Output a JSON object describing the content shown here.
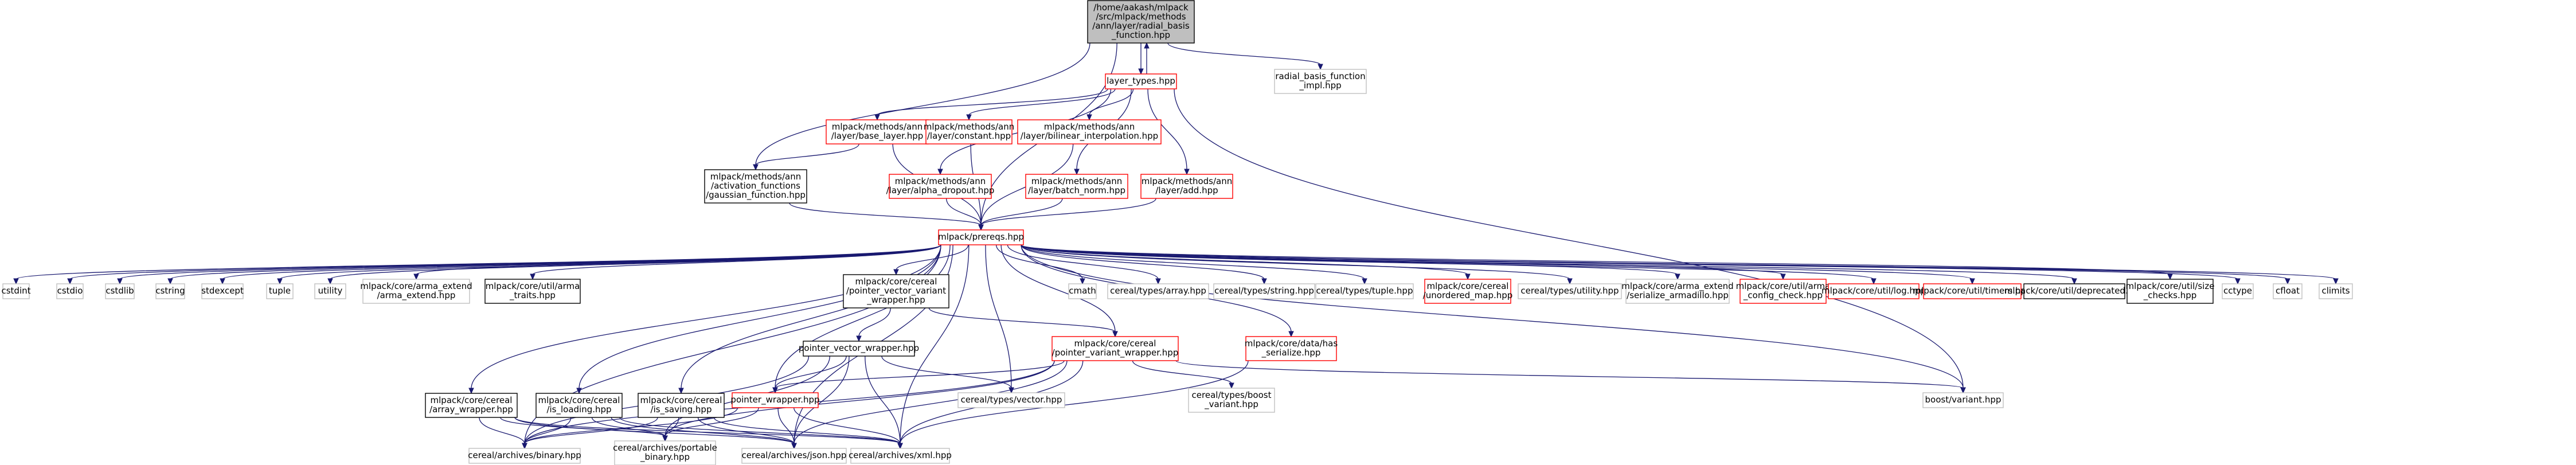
{
  "colors": {
    "edge": "#191970",
    "root_fill": "#bfbfbf",
    "red_border": "#ff0000",
    "black_border": "#000000",
    "gray_border": "#c0c0c0"
  },
  "nodes": [
    {
      "id": "root",
      "style": "root",
      "lines": [
        "/home/aakash/mlpack",
        "/src/mlpack/methods",
        "/ann/layer/radial_basis",
        "_function.hpp"
      ]
    },
    {
      "id": "layer_types",
      "style": "red",
      "lines": [
        "layer_types.hpp"
      ]
    },
    {
      "id": "rbf_impl",
      "style": "gray",
      "lines": [
        "radial_basis_function",
        "_impl.hpp"
      ]
    },
    {
      "id": "base_layer",
      "style": "red",
      "lines": [
        "mlpack/methods/ann",
        "/layer/base_layer.hpp"
      ]
    },
    {
      "id": "constant",
      "style": "red",
      "lines": [
        "mlpack/methods/ann",
        "/layer/constant.hpp"
      ]
    },
    {
      "id": "bilinear",
      "style": "red",
      "lines": [
        "mlpack/methods/ann",
        "/layer/bilinear_interpolation.hpp"
      ]
    },
    {
      "id": "gaussian",
      "style": "black",
      "lines": [
        "mlpack/methods/ann",
        "/activation_functions",
        "/gaussian_function.hpp"
      ]
    },
    {
      "id": "alpha_dropout",
      "style": "red",
      "lines": [
        "mlpack/methods/ann",
        "/layer/alpha_dropout.hpp"
      ]
    },
    {
      "id": "batch_norm",
      "style": "red",
      "lines": [
        "mlpack/methods/ann",
        "/layer/batch_norm.hpp"
      ]
    },
    {
      "id": "add",
      "style": "red",
      "lines": [
        "mlpack/methods/ann",
        "/layer/add.hpp"
      ]
    },
    {
      "id": "prereqs",
      "style": "red",
      "lines": [
        "mlpack/prereqs.hpp"
      ]
    },
    {
      "id": "cstdint",
      "style": "gray",
      "lines": [
        "cstdint"
      ]
    },
    {
      "id": "cstdio",
      "style": "gray",
      "lines": [
        "cstdio"
      ]
    },
    {
      "id": "cstdlib",
      "style": "gray",
      "lines": [
        "cstdlib"
      ]
    },
    {
      "id": "cstring",
      "style": "gray",
      "lines": [
        "cstring"
      ]
    },
    {
      "id": "stdexcept",
      "style": "gray",
      "lines": [
        "stdexcept"
      ]
    },
    {
      "id": "tuple",
      "style": "gray",
      "lines": [
        "tuple"
      ]
    },
    {
      "id": "utility",
      "style": "gray",
      "lines": [
        "utility"
      ]
    },
    {
      "id": "arma_extend",
      "style": "gray",
      "lines": [
        "mlpack/core/arma_extend",
        "/arma_extend.hpp"
      ]
    },
    {
      "id": "arma_traits",
      "style": "black",
      "lines": [
        "mlpack/core/util/arma",
        "_traits.hpp"
      ]
    },
    {
      "id": "ptr_variant_wrapper",
      "style": "black",
      "lines": [
        "mlpack/core/cereal",
        "/pointer_vector_variant",
        "_wrapper.hpp"
      ]
    },
    {
      "id": "cmath",
      "style": "gray",
      "lines": [
        "cmath"
      ]
    },
    {
      "id": "array",
      "style": "gray",
      "lines": [
        "cereal/types/array.hpp"
      ]
    },
    {
      "id": "string",
      "style": "gray",
      "lines": [
        "cereal/types/string.hpp"
      ]
    },
    {
      "id": "tuple_hpp",
      "style": "gray",
      "lines": [
        "cereal/types/tuple.hpp"
      ]
    },
    {
      "id": "unordered_map",
      "style": "red",
      "lines": [
        "mlpack/core/cereal",
        "/unordered_map.hpp"
      ]
    },
    {
      "id": "utility_hpp",
      "style": "gray",
      "lines": [
        "cereal/types/utility.hpp"
      ]
    },
    {
      "id": "serialize_armadillo",
      "style": "gray",
      "lines": [
        "mlpack/core/arma_extend",
        "/serialize_armadillo.hpp"
      ]
    },
    {
      "id": "arma_config",
      "style": "red",
      "lines": [
        "mlpack/core/util/arma",
        "_config_check.hpp"
      ]
    },
    {
      "id": "log",
      "style": "red",
      "lines": [
        "mlpack/core/util/log.hpp"
      ]
    },
    {
      "id": "timers",
      "style": "red",
      "lines": [
        "mlpack/core/util/timers.hpp"
      ]
    },
    {
      "id": "deprecated",
      "style": "black",
      "lines": [
        "mlpack/core/util/deprecated.hpp"
      ]
    },
    {
      "id": "size_checks",
      "style": "black",
      "lines": [
        "mlpack/core/util/size",
        "_checks.hpp"
      ]
    },
    {
      "id": "cctype",
      "style": "gray",
      "lines": [
        "cctype"
      ]
    },
    {
      "id": "cfloat",
      "style": "gray",
      "lines": [
        "cfloat"
      ]
    },
    {
      "id": "climits",
      "style": "gray",
      "lines": [
        "climits"
      ]
    },
    {
      "id": "ptr_vector_wrapper",
      "style": "black",
      "lines": [
        "pointer_vector_wrapper.hpp"
      ]
    },
    {
      "id": "ptr_variant_wrapper2",
      "style": "red",
      "lines": [
        "mlpack/core/cereal",
        "/pointer_variant_wrapper.hpp"
      ]
    },
    {
      "id": "has_serialize",
      "style": "red",
      "lines": [
        "mlpack/core/data/has",
        "_serialize.hpp"
      ]
    },
    {
      "id": "vector",
      "style": "gray",
      "lines": [
        "cereal/types/vector.hpp"
      ]
    },
    {
      "id": "boost_variant_cereal",
      "style": "gray",
      "lines": [
        "cereal/types/boost",
        "_variant.hpp"
      ]
    },
    {
      "id": "boost_variant",
      "style": "gray",
      "lines": [
        "boost/variant.hpp"
      ]
    },
    {
      "id": "array_wrapper",
      "style": "black",
      "lines": [
        "mlpack/core/cereal",
        "/array_wrapper.hpp"
      ]
    },
    {
      "id": "is_loading",
      "style": "black",
      "lines": [
        "mlpack/core/cereal",
        "/is_loading.hpp"
      ]
    },
    {
      "id": "is_saving",
      "style": "black",
      "lines": [
        "mlpack/core/cereal",
        "/is_saving.hpp"
      ]
    },
    {
      "id": "pointer_wrapper",
      "style": "red",
      "lines": [
        "pointer_wrapper.hpp"
      ]
    },
    {
      "id": "binary",
      "style": "gray",
      "lines": [
        "cereal/archives/binary.hpp"
      ]
    },
    {
      "id": "portable_binary",
      "style": "gray",
      "lines": [
        "cereal/archives/portable",
        "_binary.hpp"
      ]
    },
    {
      "id": "json",
      "style": "gray",
      "lines": [
        "cereal/archives/json.hpp"
      ]
    },
    {
      "id": "xml",
      "style": "gray",
      "lines": [
        "cereal/archives/xml.hpp"
      ]
    }
  ],
  "edges": [
    [
      "root",
      "layer_types"
    ],
    [
      "root",
      "rbf_impl"
    ],
    [
      "root",
      "gaussian"
    ],
    [
      "root",
      "prereqs"
    ],
    [
      "layer_types",
      "root"
    ],
    [
      "layer_types",
      "base_layer"
    ],
    [
      "layer_types",
      "constant"
    ],
    [
      "layer_types",
      "bilinear"
    ],
    [
      "layer_types",
      "alpha_dropout"
    ],
    [
      "layer_types",
      "batch_norm"
    ],
    [
      "layer_types",
      "add"
    ],
    [
      "layer_types",
      "boost_variant"
    ],
    [
      "base_layer",
      "gaussian"
    ],
    [
      "base_layer",
      "prereqs"
    ],
    [
      "constant",
      "prereqs"
    ],
    [
      "bilinear",
      "prereqs"
    ],
    [
      "gaussian",
      "prereqs"
    ],
    [
      "alpha_dropout",
      "prereqs"
    ],
    [
      "batch_norm",
      "prereqs"
    ],
    [
      "add",
      "prereqs"
    ],
    [
      "prereqs",
      "cstdint"
    ],
    [
      "prereqs",
      "cstdio"
    ],
    [
      "prereqs",
      "cstdlib"
    ],
    [
      "prereqs",
      "cstring"
    ],
    [
      "prereqs",
      "stdexcept"
    ],
    [
      "prereqs",
      "tuple"
    ],
    [
      "prereqs",
      "utility"
    ],
    [
      "prereqs",
      "arma_extend"
    ],
    [
      "prereqs",
      "arma_traits"
    ],
    [
      "prereqs",
      "ptr_variant_wrapper"
    ],
    [
      "prereqs",
      "cmath"
    ],
    [
      "prereqs",
      "array"
    ],
    [
      "prereqs",
      "string"
    ],
    [
      "prereqs",
      "tuple_hpp"
    ],
    [
      "prereqs",
      "unordered_map"
    ],
    [
      "prereqs",
      "utility_hpp"
    ],
    [
      "prereqs",
      "serialize_armadillo"
    ],
    [
      "prereqs",
      "arma_config"
    ],
    [
      "prereqs",
      "log"
    ],
    [
      "prereqs",
      "timers"
    ],
    [
      "prereqs",
      "deprecated"
    ],
    [
      "prereqs",
      "size_checks"
    ],
    [
      "prereqs",
      "cctype"
    ],
    [
      "prereqs",
      "cfloat"
    ],
    [
      "prereqs",
      "climits"
    ],
    [
      "prereqs",
      "ptr_variant_wrapper2"
    ],
    [
      "prereqs",
      "has_serialize"
    ],
    [
      "prereqs",
      "vector"
    ],
    [
      "prereqs",
      "boost_variant"
    ],
    [
      "prereqs",
      "array_wrapper"
    ],
    [
      "prereqs",
      "is_loading"
    ],
    [
      "prereqs",
      "is_saving"
    ],
    [
      "prereqs",
      "pointer_wrapper"
    ],
    [
      "prereqs",
      "binary"
    ],
    [
      "prereqs",
      "json"
    ],
    [
      "prereqs",
      "xml"
    ],
    [
      "ptr_variant_wrapper",
      "ptr_vector_wrapper"
    ],
    [
      "ptr_variant_wrapper",
      "ptr_variant_wrapper2"
    ],
    [
      "ptr_vector_wrapper",
      "pointer_wrapper"
    ],
    [
      "ptr_vector_wrapper",
      "vector"
    ],
    [
      "ptr_vector_wrapper",
      "binary"
    ],
    [
      "ptr_vector_wrapper",
      "portable_binary"
    ],
    [
      "ptr_vector_wrapper",
      "json"
    ],
    [
      "ptr_vector_wrapper",
      "xml"
    ],
    [
      "ptr_variant_wrapper2",
      "pointer_wrapper"
    ],
    [
      "ptr_variant_wrapper2",
      "boost_variant_cereal"
    ],
    [
      "ptr_variant_wrapper2",
      "boost_variant"
    ],
    [
      "ptr_variant_wrapper2",
      "binary"
    ],
    [
      "ptr_variant_wrapper2",
      "portable_binary"
    ],
    [
      "ptr_variant_wrapper2",
      "json"
    ],
    [
      "ptr_variant_wrapper2",
      "xml"
    ],
    [
      "has_serialize",
      "xml"
    ],
    [
      "array_wrapper",
      "binary"
    ],
    [
      "array_wrapper",
      "portable_binary"
    ],
    [
      "array_wrapper",
      "json"
    ],
    [
      "array_wrapper",
      "xml"
    ],
    [
      "is_loading",
      "binary"
    ],
    [
      "is_loading",
      "portable_binary"
    ],
    [
      "is_loading",
      "json"
    ],
    [
      "is_loading",
      "xml"
    ],
    [
      "is_saving",
      "binary"
    ],
    [
      "is_saving",
      "portable_binary"
    ],
    [
      "is_saving",
      "json"
    ],
    [
      "is_saving",
      "xml"
    ],
    [
      "pointer_wrapper",
      "binary"
    ],
    [
      "pointer_wrapper",
      "portable_binary"
    ],
    [
      "pointer_wrapper",
      "json"
    ],
    [
      "pointer_wrapper",
      "xml"
    ]
  ]
}
